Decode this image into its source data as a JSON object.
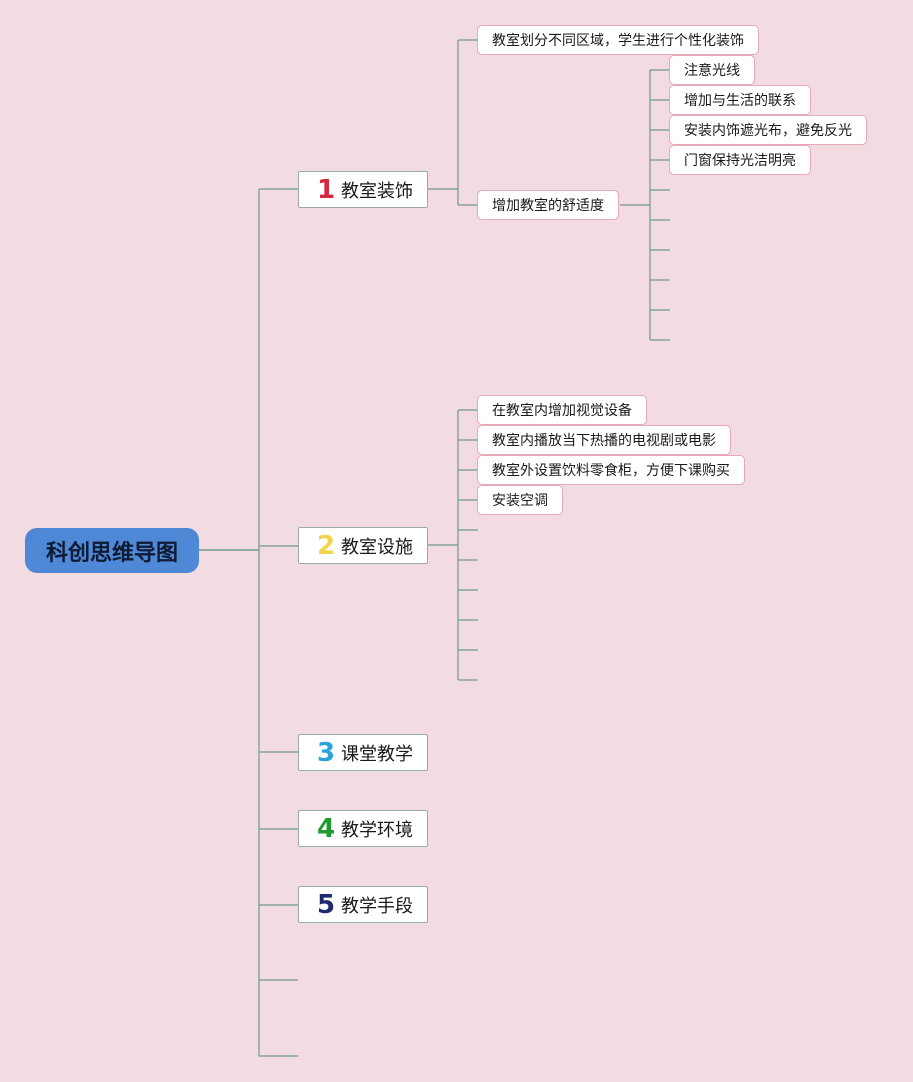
{
  "root": {
    "label": "科创思维导图"
  },
  "colors": {
    "background": "#f2dbe1",
    "root": "#4f88d6",
    "line": "#6f9a8b"
  },
  "topics": [
    {
      "num": "1",
      "label": "教室装饰",
      "num_color": "#d7263d",
      "children": [
        {
          "label": "教室划分不同区域，学生进行个性化装饰"
        },
        {
          "label": "增加教室的舒适度",
          "children": [
            "注意光线",
            "增加与生活的联系",
            "安装内饰遮光布，避免反光",
            "门窗保持光洁明亮"
          ]
        }
      ]
    },
    {
      "num": "2",
      "label": "教室设施",
      "num_color": "#f3d54a",
      "children": [
        {
          "label": "在教室内增加视觉设备"
        },
        {
          "label": "教室内播放当下热播的电视剧或电影"
        },
        {
          "label": "教室外设置饮料零食柜，方便下课购买"
        },
        {
          "label": "安装空调"
        }
      ]
    },
    {
      "num": "3",
      "label": "课堂教学",
      "num_color": "#2aa3dc"
    },
    {
      "num": "4",
      "label": "教学环境",
      "num_color": "#1e9a2e"
    },
    {
      "num": "5",
      "label": "教学手段",
      "num_color": "#1f2a6e"
    }
  ]
}
